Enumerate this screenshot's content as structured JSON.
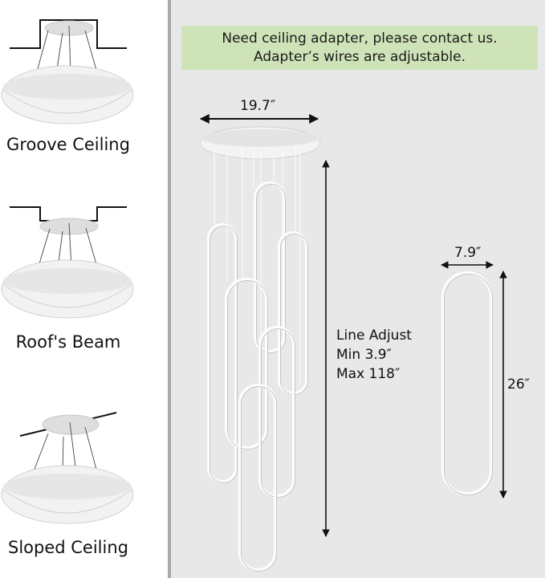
{
  "notice": {
    "line1": "Need ceiling adapter, please contact us.",
    "line2": "Adapter’s wires are adjustable.",
    "background": "#cfe3b9"
  },
  "mounting_options": [
    {
      "label": "Groove Ceiling",
      "icon": "groove-ceiling-icon"
    },
    {
      "label": "Roof's Beam",
      "icon": "roof-beam-icon"
    },
    {
      "label": "Sloped Ceiling",
      "icon": "sloped-ceiling-icon"
    }
  ],
  "dimensions": {
    "canopy_diameter": "19.7″",
    "ring_width": "7.9″",
    "ring_height": "26″",
    "line_adjust": {
      "title": "Line Adjust",
      "min": "Min 3.9″",
      "max": "Max 118″"
    }
  },
  "colors": {
    "right_panel_bg": "#e8e8e8",
    "divider": "#a8a8a8",
    "arrow": "#111111"
  }
}
